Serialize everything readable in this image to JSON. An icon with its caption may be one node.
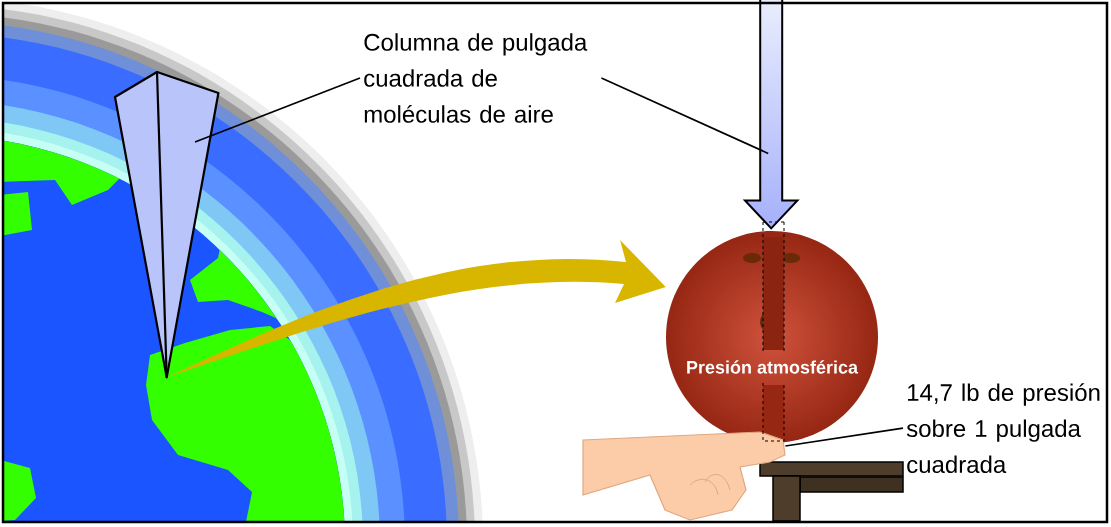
{
  "diagram": {
    "nodes": [
      {
        "text": [
          "Columna de pulgada cuadrada de moléculas de aire"
        ]
      },
      {
        "text": [],
        "shape": "picture"
      },
      {
        "text": [],
        "shape": "picture"
      },
      {
        "text": [
          "Presión atmosférica"
        ]
      },
      {
        "text": [
          "14,7 lb de presión sobre 1 pulgada cuadrada"
        ]
      },
      {
        "text": [],
        "shape": "picture"
      }
    ],
    "edges": [
      {
        "from": 0,
        "to": 1,
        "arrow": "none"
      },
      {
        "from": 0,
        "to": 2,
        "arrow": "none"
      },
      {
        "from": 1,
        "to": 3,
        "arrow": "to",
        "style": "thick",
        "color": "#d8b600"
      },
      {
        "from": 4,
        "to": 5,
        "arrow": "none"
      }
    ]
  }
}
